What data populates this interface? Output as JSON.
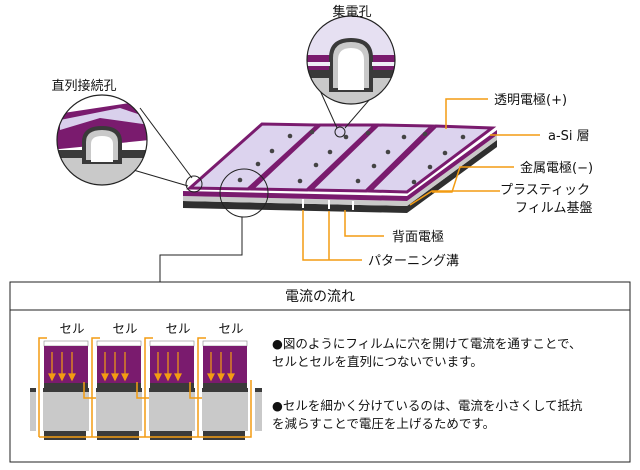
{
  "labels": {
    "collector_hole": "集電孔",
    "series_hole": "直列接続孔",
    "transparent_electrode": "透明電極(+)",
    "asi_layer": "a-Si 層",
    "metal_electrode": "金属電極(−)",
    "plastic_line1": "プラスティック",
    "plastic_line2": "フィルム基盤",
    "back_electrode": "背面電極",
    "patterning_groove": "パターニング溝"
  },
  "current_flow": {
    "title": "電流の流れ",
    "cells": [
      "セル",
      "セル",
      "セル",
      "セル"
    ],
    "note1_line1": "●図のようにフィルムに穴を開けて電流を通すことで、",
    "note1_line2": "セルとセルを直列につないでいます。",
    "note2_line1": "●セルを細かく分けているのは、電流を小さくして抵抗",
    "note2_line2": "を減らすことで電圧を上げるためです。"
  },
  "colors": {
    "purple": "#7a1b6e",
    "light_purple": "#d9d0ec",
    "arrow_orange": "#f39c12",
    "gray": "#b8b8b8",
    "dark": "#3a3a3a"
  }
}
